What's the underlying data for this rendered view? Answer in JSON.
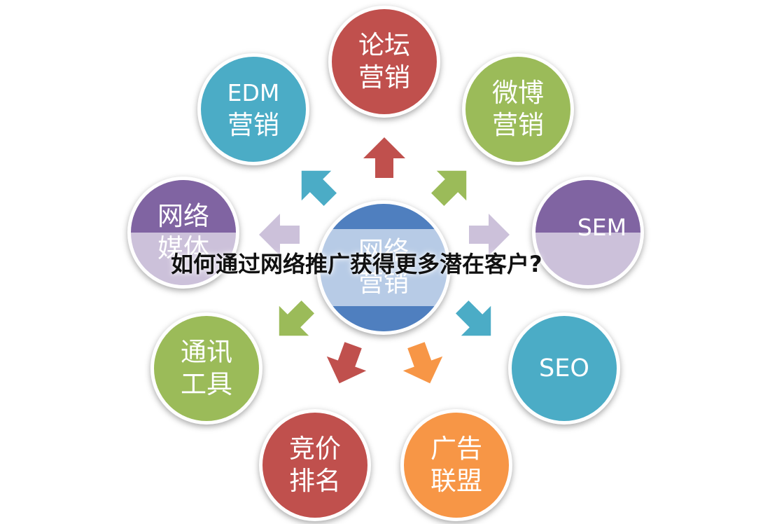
{
  "headline": "如何通过网络推广获得更多潜在客户?",
  "center": {
    "line1": "网络",
    "line2": "营销",
    "colors": {
      "light": "#b7cbe6",
      "dark": "#4f7fbf"
    }
  },
  "channels": [
    {
      "id": "forum",
      "line1": "论坛",
      "line2": "营销",
      "color": "#c0504d"
    },
    {
      "id": "weibo",
      "line1": "微博",
      "line2": "营销",
      "color": "#9bbb59"
    },
    {
      "id": "sem",
      "line1": "SEM",
      "line2": "",
      "color": "#8064a2",
      "light": "#ccc1da"
    },
    {
      "id": "seo",
      "line1": "SEO",
      "line2": "",
      "color": "#4bacc6"
    },
    {
      "id": "ad-alliance",
      "line1": "广告",
      "line2": "联盟",
      "color": "#f79646"
    },
    {
      "id": "ppc-ranking",
      "line1": "竞价",
      "line2": "排名",
      "color": "#c0504d"
    },
    {
      "id": "im-tools",
      "line1": "通讯",
      "line2": "工具",
      "color": "#9bbb59"
    },
    {
      "id": "web-media",
      "line1": "网络",
      "line2": "媒体",
      "color": "#8064a2",
      "light": "#ccc1da"
    },
    {
      "id": "edm",
      "line1": "EDM",
      "line2": "营销",
      "color": "#4bacc6"
    }
  ],
  "arrows": [
    {
      "target": "forum",
      "color": "#c0504d"
    },
    {
      "target": "weibo",
      "color": "#9bbb59"
    },
    {
      "target": "sem",
      "color": "#ccc1da"
    },
    {
      "target": "seo",
      "color": "#4bacc6"
    },
    {
      "target": "ad-alliance",
      "color": "#f79646"
    },
    {
      "target": "ppc-ranking",
      "color": "#c0504d"
    },
    {
      "target": "im-tools",
      "color": "#9bbb59"
    },
    {
      "target": "web-media",
      "color": "#ccc1da"
    },
    {
      "target": "edm",
      "color": "#4bacc6"
    }
  ]
}
